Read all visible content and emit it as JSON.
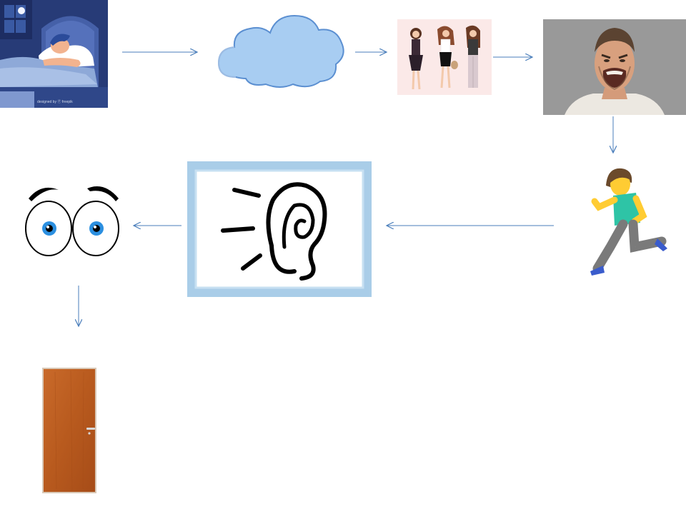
{
  "diagram": {
    "steps": [
      {
        "id": "sleeping",
        "icon": "sleeping-person-icon"
      },
      {
        "id": "dream",
        "icon": "cloud-icon"
      },
      {
        "id": "girls",
        "icon": "three-girls-icon"
      },
      {
        "id": "scream",
        "icon": "screaming-man-icon"
      },
      {
        "id": "run",
        "icon": "running-man-icon"
      },
      {
        "id": "hear",
        "icon": "ear-icon"
      },
      {
        "id": "see",
        "icon": "eyes-icon"
      },
      {
        "id": "door",
        "icon": "door-icon"
      }
    ],
    "arrow_color": "#4a7ebb",
    "credit": "designed by Ⓕ freepik"
  }
}
